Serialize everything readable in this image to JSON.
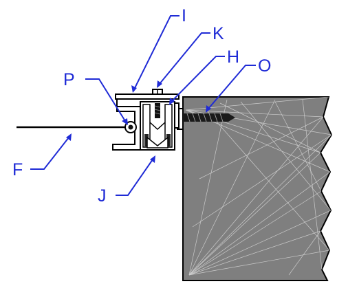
{
  "callouts": {
    "I": "I",
    "K": "K",
    "H": "H",
    "O": "O",
    "P": "P",
    "F": "F",
    "J": "J"
  },
  "colors": {
    "callout": "#1f2bd6",
    "substrate": "#7f7f7f",
    "outline": "#000000",
    "highlight": "#d9d9d9"
  }
}
